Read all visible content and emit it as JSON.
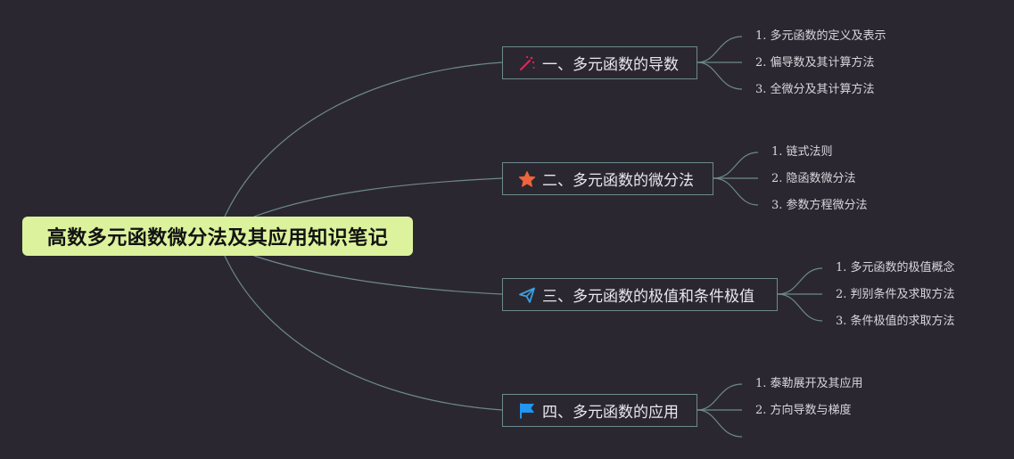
{
  "root": {
    "label": "高数多元函数微分法及其应用知识笔记",
    "color": "#dcf29c"
  },
  "branches": [
    {
      "label": "一、多元函数的导数",
      "icon": "magic-wand-icon",
      "icon_color": "#e0245e",
      "children": [
        "1. 多元函数的定义及表示",
        "2. 偏导数及其计算方法",
        "3. 全微分及其计算方法"
      ]
    },
    {
      "label": "二、多元函数的微分法",
      "icon": "star-icon",
      "icon_color": "#f0643c",
      "children": [
        "1. 链式法则",
        "2. 隐函数微分法",
        "3. 参数方程微分法"
      ]
    },
    {
      "label": "三、多元函数的极值和条件极值",
      "icon": "paper-plane-icon",
      "icon_color": "#3aa0e0",
      "children": [
        "1. 多元函数的极值概念",
        "2. 判别条件及求取方法",
        "3. 条件极值的求取方法"
      ]
    },
    {
      "label": "四、多元函数的应用",
      "icon": "flag-icon",
      "icon_color": "#2196f3",
      "children": [
        "1. 泰勒展开及其应用",
        "2. 方向导数与梯度",
        ""
      ]
    }
  ],
  "colors": {
    "background": "#2b2730",
    "connector": "#6c8a8c",
    "branch_border": "#6c8a8c"
  }
}
